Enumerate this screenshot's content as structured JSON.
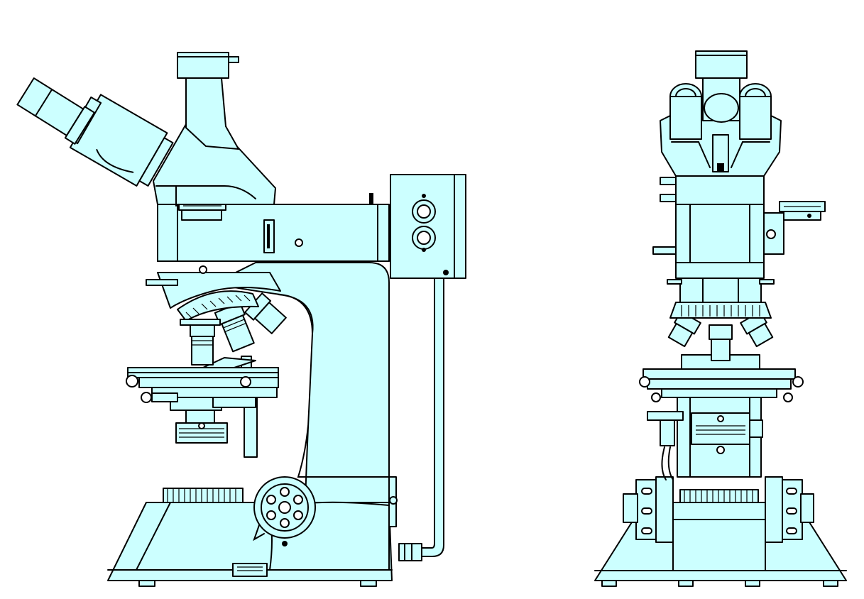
{
  "drawing": {
    "colors": {
      "fill": "#ccffff",
      "stroke": "#000000",
      "background": "#ffffff"
    },
    "views": [
      {
        "id": "side-view",
        "subject": "microscope"
      },
      {
        "id": "front-view",
        "subject": "microscope"
      }
    ]
  }
}
